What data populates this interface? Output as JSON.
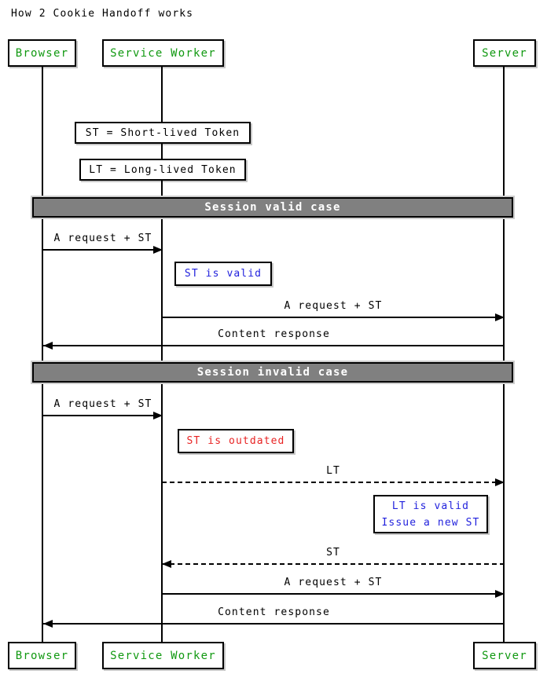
{
  "title": "How 2 Cookie Handoff works",
  "participants": [
    {
      "label": "Browser"
    },
    {
      "label": "Service Worker"
    },
    {
      "label": "Server"
    }
  ],
  "notes": [
    {
      "text": "ST = Short-lived Token"
    },
    {
      "text": "LT = Long-lived Token"
    }
  ],
  "sections": [
    {
      "label": "Session valid case"
    },
    {
      "label": "Session invalid case"
    }
  ],
  "messages": [
    {
      "from": "Browser",
      "to": "Service Worker",
      "label": "A request + ST",
      "style": "solid"
    },
    {
      "from": "Service Worker",
      "to": "Server",
      "label": "A request + ST",
      "style": "solid"
    },
    {
      "from": "Server",
      "to": "Browser",
      "label": "Content response",
      "style": "solid"
    },
    {
      "from": "Browser",
      "to": "Service Worker",
      "label": "A request + ST",
      "style": "solid"
    },
    {
      "from": "Service Worker",
      "to": "Server",
      "label": "LT",
      "style": "dashed"
    },
    {
      "from": "Server",
      "to": "Service Worker",
      "label": "ST",
      "style": "dashed"
    },
    {
      "from": "Service Worker",
      "to": "Server",
      "label": "A request + ST",
      "style": "solid"
    },
    {
      "from": "Server",
      "to": "Browser",
      "label": "Content response",
      "style": "solid"
    }
  ],
  "comments": [
    {
      "text": "ST is valid",
      "color": "#2222dd"
    },
    {
      "text": "ST is outdated",
      "color": "#e82323"
    },
    {
      "lines": [
        "LT is valid",
        "Issue a new ST"
      ],
      "color": "#2222dd"
    }
  ],
  "colors": {
    "participant_text": "#119911",
    "comment_blue": "#2222dd",
    "comment_red": "#e82323",
    "section_bar_bg": "#808080",
    "section_bar_text": "#ffffff",
    "line": "#000000"
  }
}
